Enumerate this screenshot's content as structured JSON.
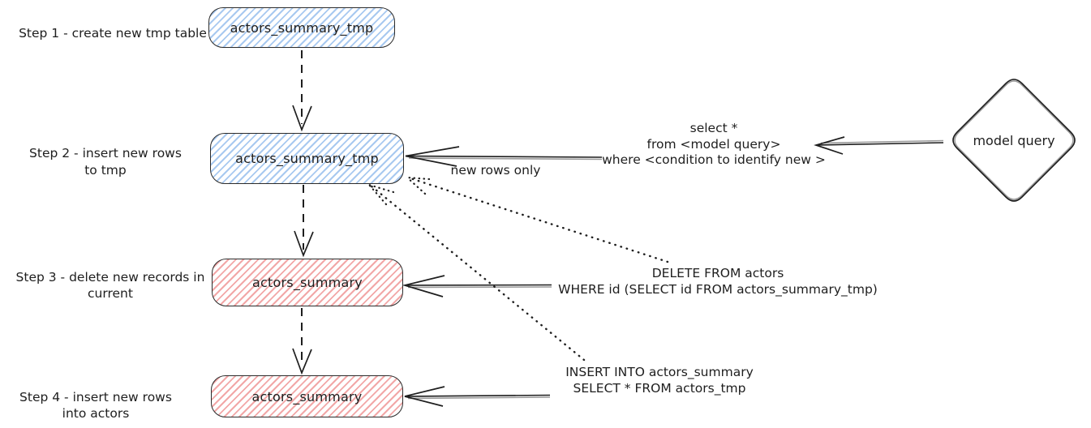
{
  "colors": {
    "stroke": "#1e1e1e",
    "blue_hatch": "#a8c9f0",
    "red_hatch": "#f2a7a7",
    "background": "#ffffff"
  },
  "steps": [
    {
      "label": "Step 1 - create new tmp table",
      "node": "actors_summary_tmp",
      "node_color": "blue"
    },
    {
      "label": "Step 2 - insert new rows\nto tmp",
      "node": "actors_summary_tmp",
      "node_color": "blue"
    },
    {
      "label": "Step 3 - delete new records in\ncurrent",
      "node": "actors_summary",
      "node_color": "red"
    },
    {
      "label": "Step 4 - insert new rows\ninto actors",
      "node": "actors_summary",
      "node_color": "red"
    }
  ],
  "shapes": {
    "model_query_diamond": "model query"
  },
  "annotations": {
    "new_rows_only": "new rows only",
    "model_select_query": "select *\nfrom <model query>\nwhere <condition to identify new >",
    "delete_query": "DELETE FROM actors\nWHERE id (SELECT id FROM actors_summary_tmp)",
    "insert_query": "INSERT INTO actors_summary\nSELECT * FROM actors_tmp"
  }
}
